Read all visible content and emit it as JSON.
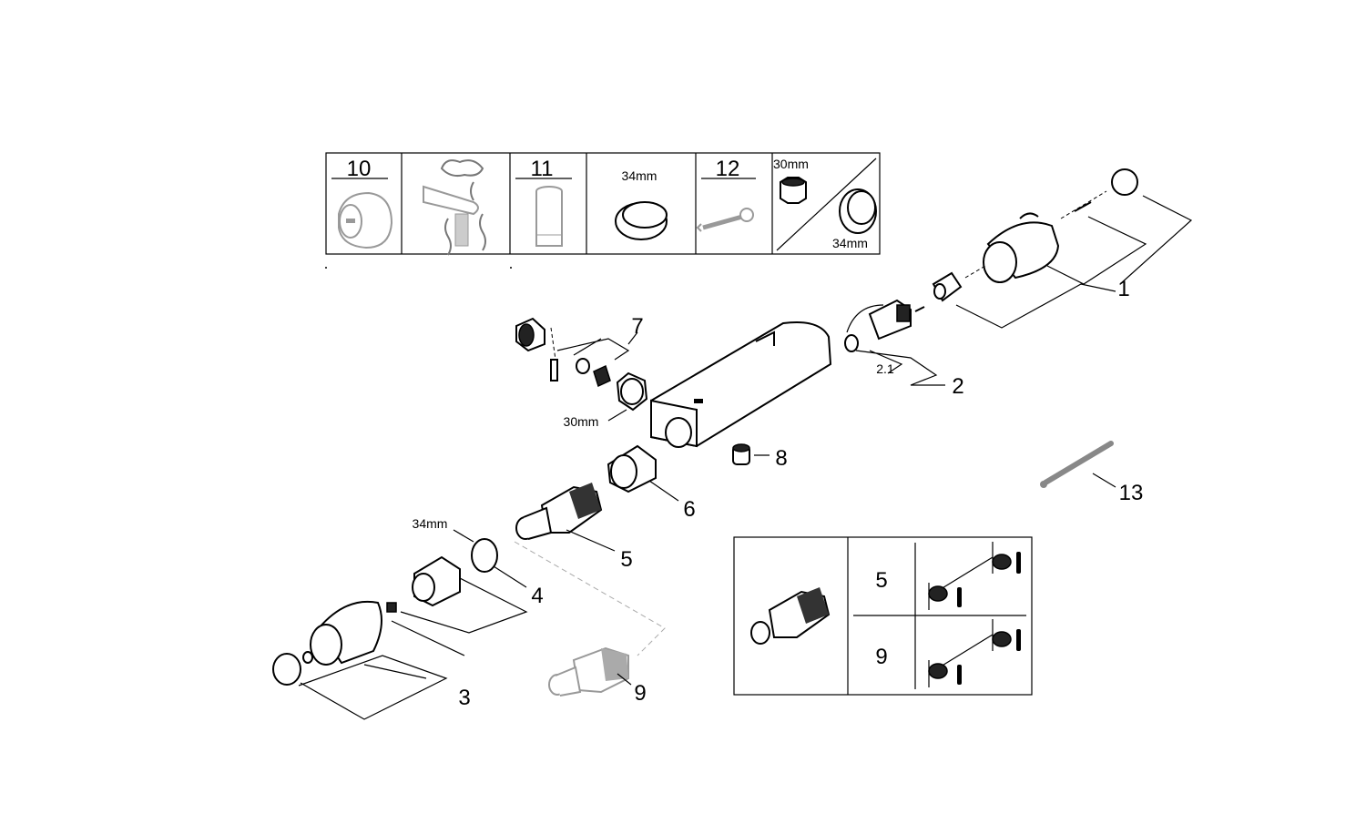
{
  "legend_table": {
    "cells": [
      {
        "number": "10",
        "icon": "handle-cap-icon"
      },
      {
        "icon": "hot-water-spout-icon"
      },
      {
        "number": "11",
        "icon": "socket-tool-icon"
      },
      {
        "size_label": "34mm",
        "icon": "ring-nut-icon"
      },
      {
        "number": "12",
        "icon": "wrench-icon"
      },
      {
        "size_label_top": "30mm",
        "size_label_bottom": "34mm",
        "icon": "nut-and-ring-icon"
      }
    ]
  },
  "callouts": {
    "p1": "1",
    "p2": "2",
    "p2_1": "2.1",
    "p3": "3",
    "p4": "4",
    "p5": "5",
    "p6": "6",
    "p7": "7",
    "p8": "8",
    "p9": "9",
    "p13": "13",
    "nut_30mm": "30mm",
    "ring_34mm": "34mm"
  },
  "cartridge_table": {
    "rows": [
      {
        "label": "5",
        "icon": "hot-cold-orientation-icon"
      },
      {
        "label": "9",
        "icon": "hot-cold-orientation-icon"
      }
    ]
  }
}
